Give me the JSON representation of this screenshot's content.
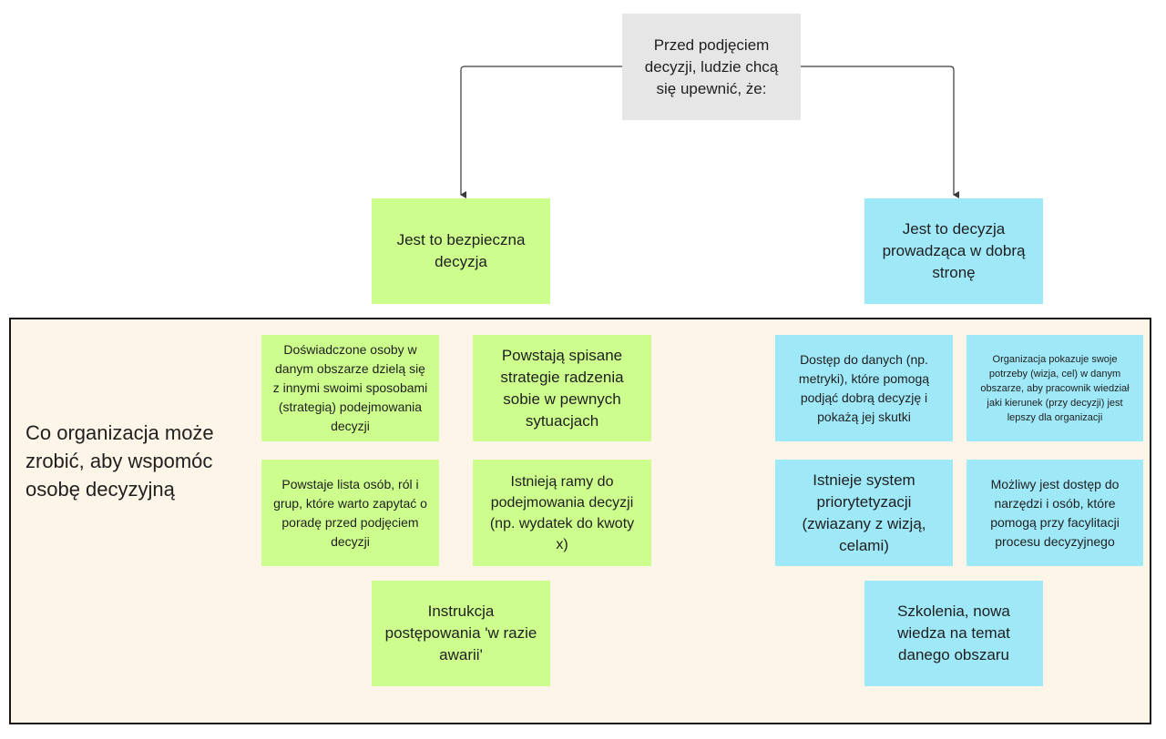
{
  "root": {
    "text": "Przed podjęciem decyzji, ludzie chcą się upewnić, że:"
  },
  "branches": {
    "left": "Jest to bezpieczna decyzja",
    "right": "Jest to decyzja prowadząca w dobrą stronę"
  },
  "panel": {
    "label": "Co organizacja może zrobić, aby wspomóc osobę decyzyjną"
  },
  "left_notes": [
    "Doświadczone osoby w danym obszarze dzielą się z innymi swoimi sposobami (strategią) podejmowania decyzji",
    "Powstają spisane strategie radzenia sobie w pewnych sytuacjach",
    "Powstaje lista osób, ról i grup, które warto zapytać o poradę przed podjęciem decyzji",
    "Istnieją ramy do podejmowania decyzji (np. wydatek do kwoty x)",
    "Instrukcja postępowania 'w razie awarii'"
  ],
  "right_notes": [
    "Dostęp do danych (np. metryki), które pomogą podjąć dobrą decyzję i pokażą jej skutki",
    "Organizacja pokazuje swoje potrzeby (wizja, cel) w danym obszarze, aby pracownik wiedział jaki kierunek (przy decyzji) jest lepszy dla organizacji",
    "Istnieje system priorytetyzacji (zwiazany z wizją, celami)",
    "Możliwy jest dostęp do narzędzi i osób, które pomogą przy facylitacji procesu decyzyjnego",
    "Szkolenia, nowa wiedza na temat danego obszaru"
  ],
  "colors": {
    "root_fill": "#e6e6e6",
    "left_fill": "#cdfd8d",
    "right_fill": "#9fe8f8",
    "panel_fill": "#fdf5e7",
    "panel_border": "#1a1a1a",
    "connector": "#3a3a3a"
  },
  "icons": {
    "connector_head": "arrow-down-icon"
  }
}
